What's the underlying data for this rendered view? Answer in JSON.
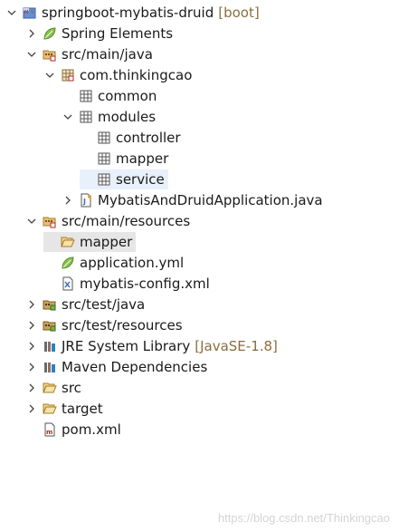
{
  "tree": {
    "project": {
      "label": "springboot-mybatis-druid",
      "decoration": "[boot]"
    },
    "spring_elements": {
      "label": "Spring Elements"
    },
    "src_main_java": {
      "label": "src/main/java"
    },
    "pkg_root": {
      "label": "com.thinkingcao"
    },
    "pkg_common": {
      "label": "common"
    },
    "pkg_modules": {
      "label": "modules"
    },
    "pkg_controller": {
      "label": "controller"
    },
    "pkg_mapper": {
      "label": "mapper"
    },
    "pkg_service": {
      "label": "service"
    },
    "app_class": {
      "label": "MybatisAndDruidApplication.java"
    },
    "src_main_resources": {
      "label": "src/main/resources"
    },
    "res_mapper": {
      "label": "mapper"
    },
    "application_yml": {
      "label": "application.yml"
    },
    "mybatis_config": {
      "label": "mybatis-config.xml"
    },
    "src_test_java": {
      "label": "src/test/java"
    },
    "src_test_resources": {
      "label": "src/test/resources"
    },
    "jre_library": {
      "label": "JRE System Library",
      "decoration": "[JavaSE-1.8]"
    },
    "maven_deps": {
      "label": "Maven Dependencies"
    },
    "src_folder": {
      "label": "src"
    },
    "target_folder": {
      "label": "target"
    },
    "pom_xml": {
      "label": "pom.xml"
    }
  },
  "watermark": "https://blog.csdn.net/Thinkingcao",
  "colors": {
    "decoration": "#8a6e3e",
    "selection": "#e6e6e6",
    "hover": "#e8f0fb",
    "watermark": "#d4d4d4"
  }
}
